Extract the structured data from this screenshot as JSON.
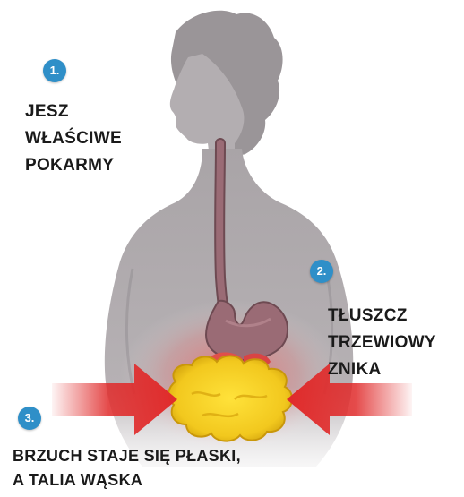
{
  "colors": {
    "badge": "#2f8fc8",
    "silhouette": "#a9a4a7",
    "digestive_tract": "#9a6b75",
    "fat": "#f2cf2a",
    "arrows": "#e02b2b",
    "glow": "#ff3d3d"
  },
  "steps": [
    {
      "number": "1.",
      "lines": [
        "JESZ",
        "WŁAŚCIWE",
        "POKARMY"
      ]
    },
    {
      "number": "2.",
      "lines": [
        "TŁUSZCZ",
        "TRZEWIOWY",
        "ZNIKA"
      ]
    },
    {
      "number": "3.",
      "lines": [
        "BRZUCH STAJE SIĘ PŁASKI,",
        "A TALIA WĄSKA"
      ]
    }
  ],
  "icons": [
    "woman-silhouette",
    "esophagus",
    "stomach",
    "visceral-fat",
    "left-arrow",
    "right-arrow"
  ]
}
